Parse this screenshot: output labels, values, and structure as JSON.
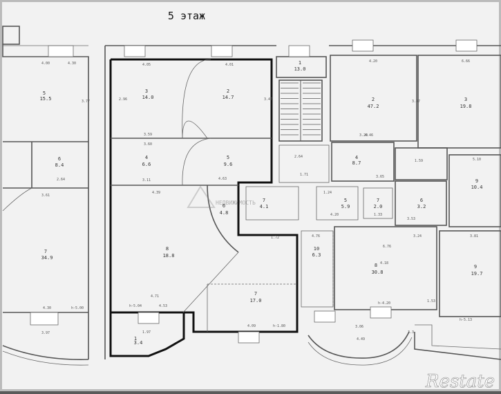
{
  "page": {
    "title": "5 этаж"
  },
  "rooms": [
    {
      "id": "r5-left",
      "num": "5",
      "area": "15.5"
    },
    {
      "id": "r6-left",
      "num": "6",
      "area": "8.4"
    },
    {
      "id": "r7-left",
      "num": "7",
      "area": "34.9"
    },
    {
      "id": "r3-main",
      "num": "3",
      "area": "14.0"
    },
    {
      "id": "r2-main",
      "num": "2",
      "area": "14.7"
    },
    {
      "id": "r4-main",
      "num": "4",
      "area": "6.6"
    },
    {
      "id": "r5-main",
      "num": "5",
      "area": "9.6"
    },
    {
      "id": "r6-main",
      "num": "6",
      "area": "4.8"
    },
    {
      "id": "r8-main",
      "num": "8",
      "area": "18.8"
    },
    {
      "id": "r7-main",
      "num": "7",
      "area": "17.0"
    },
    {
      "id": "r1-main",
      "num": "1",
      "area": "3.4"
    },
    {
      "id": "r1-stair",
      "num": "1",
      "area": "13.0"
    },
    {
      "id": "r2-right",
      "num": "2",
      "area": "47.2"
    },
    {
      "id": "r3-right",
      "num": "3",
      "area": "19.8"
    },
    {
      "id": "r4-right",
      "num": "4",
      "area": "8.7"
    },
    {
      "id": "r-center",
      "num": "7",
      "area": "4.1"
    },
    {
      "id": "r-5-9",
      "num": "5",
      "area": "5.9"
    },
    {
      "id": "r-7-2",
      "num": "7",
      "area": "2.0"
    },
    {
      "id": "r-6-3",
      "num": "6",
      "area": "3.2"
    },
    {
      "id": "r-10",
      "num": "10",
      "area": "6.3"
    },
    {
      "id": "r-8-right",
      "num": "8",
      "area": "30.8"
    },
    {
      "id": "r-10-9",
      "num": "9",
      "area": "10.4"
    },
    {
      "id": "r-9-right",
      "num": "9",
      "area": "19.7"
    }
  ],
  "dimensions": {
    "d1": "4.00",
    "d2": "3.77",
    "d3": "4.20",
    "d4": "4.30",
    "d5": "4.46",
    "d6": "2.96",
    "d7": "3.59",
    "d8": "3.60",
    "d9": "3.11",
    "d10": "4.39",
    "d11": "4.63",
    "d12": "3.47",
    "d13": "2.64",
    "d14": "3.61",
    "d15": "3.20",
    "d16": "3.65",
    "d17": "1.59",
    "d18": "4.71",
    "d19": "4.53",
    "d20": "4.09",
    "d21": "1.72",
    "d22": "4.76",
    "d23": "6.76",
    "d24": "3.24",
    "d25": "3.81",
    "d26": "4.18",
    "d27": "1.33",
    "d28": "3.97",
    "d29": "3.47",
    "d30": "4.20",
    "d31": "h-5.04",
    "d32": "h-1.80",
    "d33": "h-4.20",
    "d34": "h-5.13",
    "d35": "4.30",
    "d36": "3.06",
    "d37": "4.49",
    "d38": "3.3",
    "d39": "1.24",
    "d40": "2.64",
    "d41": "5.10",
    "d42": "6.66",
    "d43": "4.01",
    "d44": "1.97",
    "d45": "1.53",
    "d46": "h-5.00",
    "d47": "3.53",
    "d48": "4.05",
    "d49": "1.71"
  },
  "watermark": {
    "text": "НЕДВИЖИМОСТЬ"
  },
  "logo": {
    "text": "Restate"
  }
}
